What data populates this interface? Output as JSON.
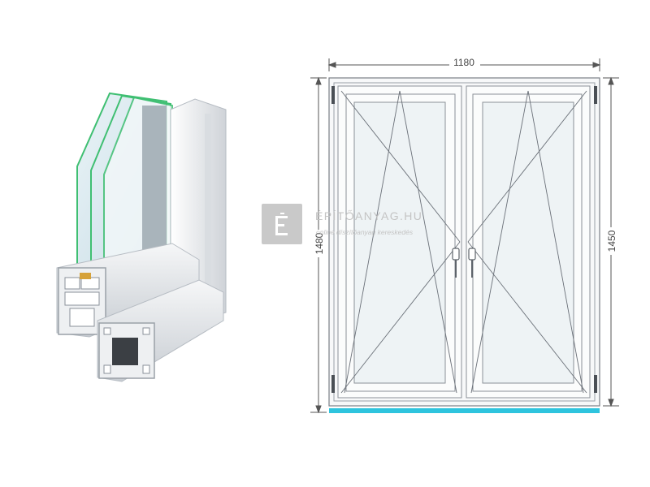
{
  "drawing": {
    "dimensions": {
      "width_total": "1180",
      "height_left": "1480",
      "height_right": "1450"
    },
    "sash_count": 2,
    "handles": "handle-pair",
    "sill_color": "#2ec4de"
  },
  "watermark": {
    "brand": "ÉPÍTŐANYAG.HU",
    "tagline": "online díszítőanyag kereskedés"
  },
  "colors": {
    "frame_line": "#7a7f86",
    "glass": "#eef5f8",
    "profile": "#e8eaed",
    "glass_edge": "#3fbf72"
  }
}
